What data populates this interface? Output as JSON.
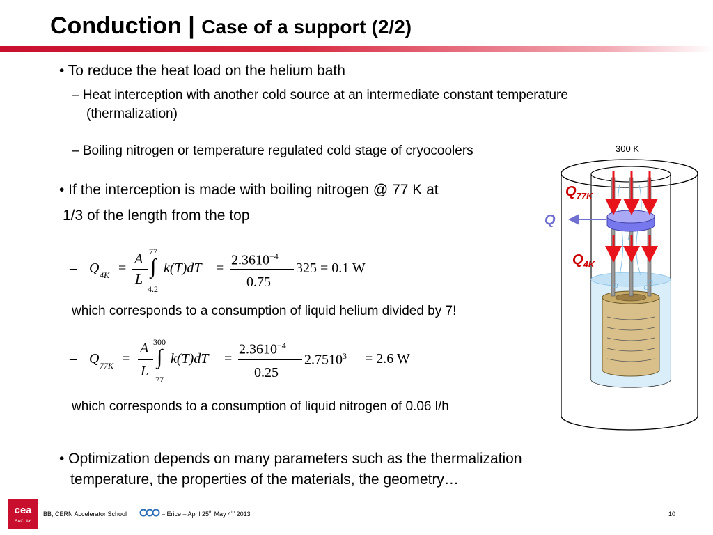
{
  "title": {
    "main": "Conduction | ",
    "sub": "Case of a support (2/2)"
  },
  "bullets": {
    "b1": "• To reduce the heat load on the helium bath",
    "b1_sub1_line1": "– Heat interception with another cold source at an intermediate constant temperature",
    "b1_sub1_line2": "(thermalization)",
    "b1_sub2": "– Boiling nitrogen or temperature regulated cold stage of cryocoolers",
    "b2_line1": "• If the interception is made with boiling nitrogen @ 77 K at",
    "b2_line2": "1/3 of the length from the top",
    "b3_line1": "• Optimization depends on many parameters such as the thermalization",
    "b3_line2": "temperature, the properties of the materials, the geometry…"
  },
  "equations": {
    "eq1": {
      "dash": "–",
      "lhs_Q": "Q",
      "lhs_sub": "4K",
      "eq_sign": "=",
      "A": "A",
      "L": "L",
      "upper": "77",
      "lower": "4.2",
      "integral": "∫",
      "integrand": "k(T)dT",
      "num_base": "2.3610",
      "num_exp": "−4",
      "den": "0.75",
      "result": "325 = 0.1 W"
    },
    "eq2": {
      "dash": "–",
      "lhs_Q": "Q",
      "lhs_sub": "77K",
      "eq_sign": "=",
      "A": "A",
      "L": "L",
      "upper": "300",
      "lower": "77",
      "integral": "∫",
      "integrand": "k(T)dT",
      "num_base": "2.3610",
      "num_exp": "−4",
      "den": "0.25",
      "result_base": "2.7510",
      "result_exp": "3",
      "result_tail": "= 2.6 W"
    }
  },
  "notes": {
    "note1": "which corresponds to a consumption of liquid helium divided by 7!",
    "note2": "which corresponds to a consumption of liquid nitrogen of 0.06 l/h"
  },
  "diagram": {
    "label_300k": "300 K",
    "label_q77_Q": "Q",
    "label_q77_sub": "77K",
    "label_q": "Q",
    "label_q4_Q": "Q",
    "label_q4_sub": "4K",
    "colors": {
      "arrow_red": "#e8141c",
      "label_red": "#cc0000",
      "ring_purple": "#7777ee",
      "q_purple": "#7070d0",
      "helium_blue": "#d6ecfa",
      "coil": "#d9c08a"
    }
  },
  "footer": {
    "logo_text": "cea",
    "logo_sub": "SACLAY",
    "left": "BB, CERN Accelerator School",
    "event": "– Erice – April 25",
    "event_sup1": "th",
    "event_mid": "  May 4",
    "event_sup2": "th",
    "event_year": " 2013",
    "page": "10"
  }
}
